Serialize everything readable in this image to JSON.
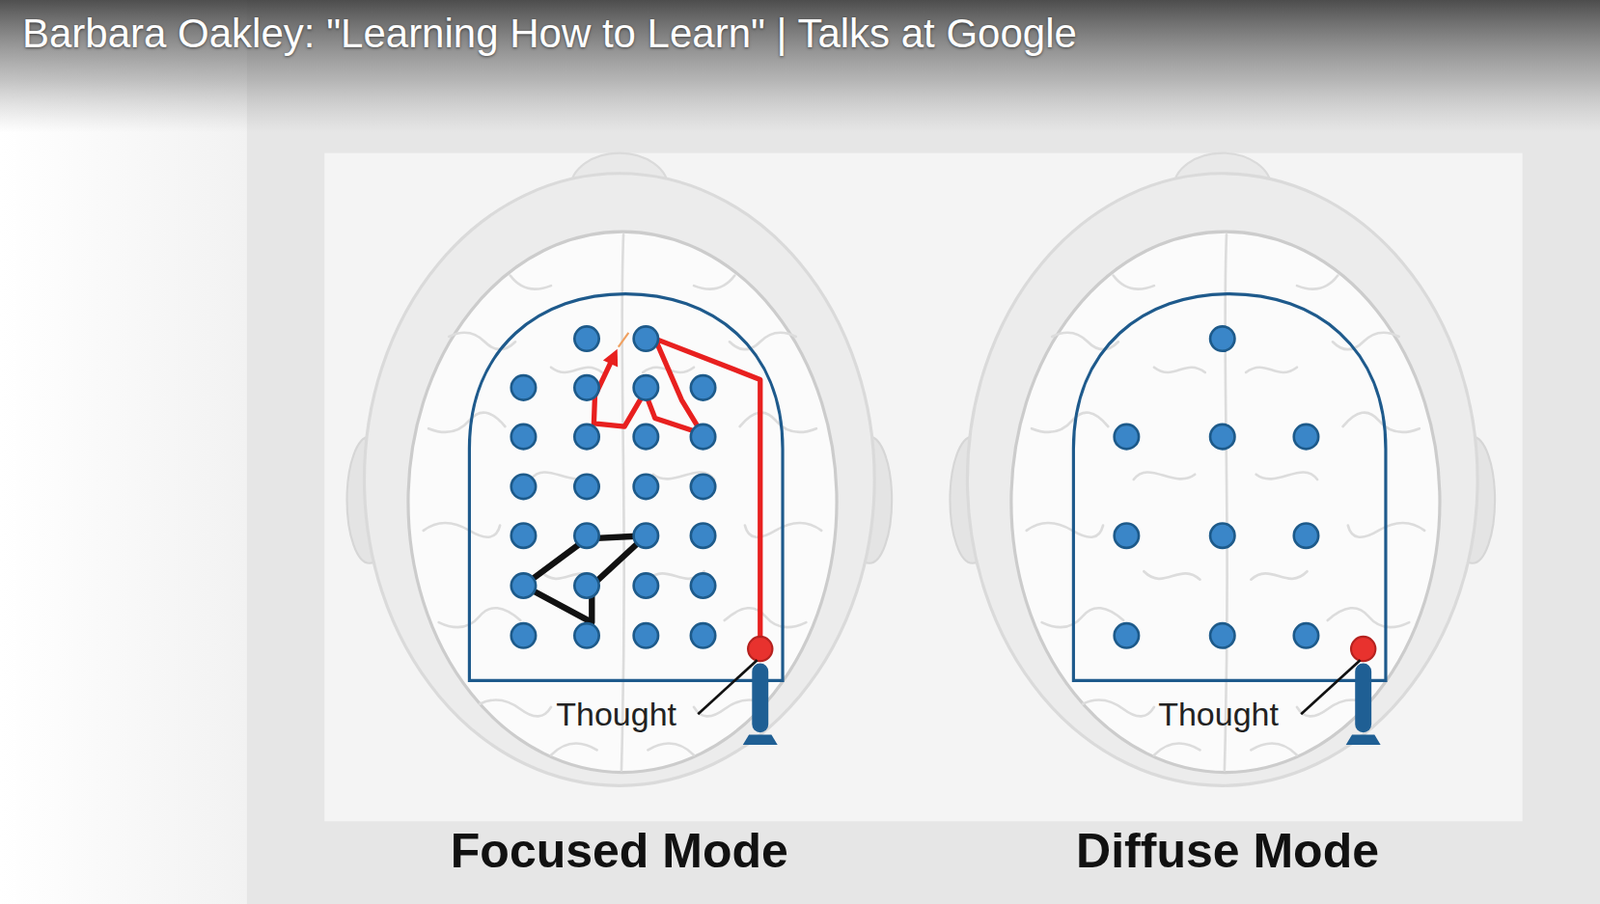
{
  "diagram": {
    "title": "Barbara Oakley: \"Learning How to Learn\" | Talks at Google",
    "nodes": [
      {
        "text": [
          "Focused Mode"
        ]
      },
      {
        "text": [
          "Diffuse Mode"
        ]
      }
    ],
    "labels": [
      "Thought",
      "Thought"
    ]
  }
}
